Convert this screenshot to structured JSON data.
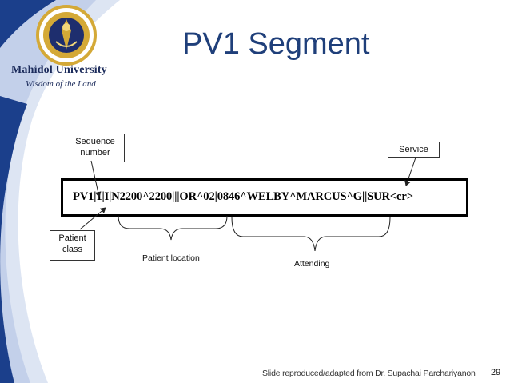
{
  "header": {
    "university_name": "Mahidol University",
    "motto": "Wisdom of the Land"
  },
  "slide": {
    "title": "PV1 Segment",
    "hl7_message": "PV1|1|I|N2200^2200|||OR^02|0846^WELBY^MARCUS^G||SUR<cr>",
    "callouts": {
      "sequence_number": "Sequence\nnumber",
      "service": "Service",
      "patient_class": "Patient\nclass"
    },
    "brace_labels": {
      "patient_location": "Patient location",
      "attending": "Attending"
    }
  },
  "footer": {
    "credit": "Slide reproduced/adapted from Dr. Supachai Parchariyanon",
    "page_number": "29"
  },
  "colors": {
    "title": "#1f3f7a",
    "swoosh_dark": "#1b3f8b",
    "swoosh_light": "#cfd9ee",
    "logo_gold": "#d4a937",
    "logo_navy": "#1e2e6e"
  }
}
